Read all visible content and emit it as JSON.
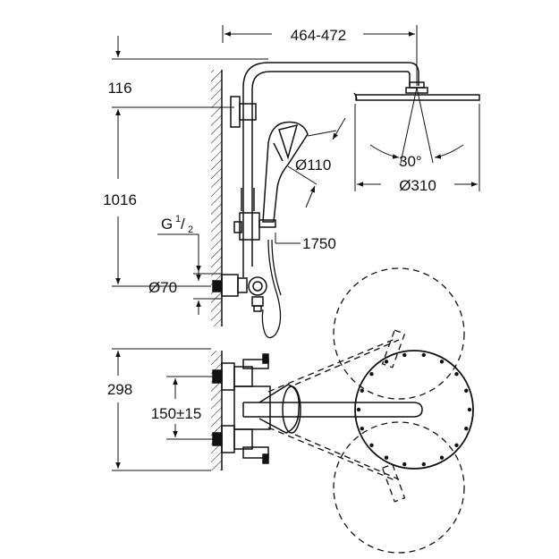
{
  "dimensions": {
    "arm_length": "464-472",
    "wall_offset": "116",
    "height": "1016",
    "thread": "G",
    "thread_frac_num": "1",
    "thread_frac_den": "2",
    "valve_diameter": "Ø70",
    "hand_shower_diameter": "Ø110",
    "hose_length": "1750",
    "head_tilt_angle": "30°",
    "head_diameter": "Ø310",
    "projection_depth": "298",
    "inlet_spacing": "150±15"
  }
}
